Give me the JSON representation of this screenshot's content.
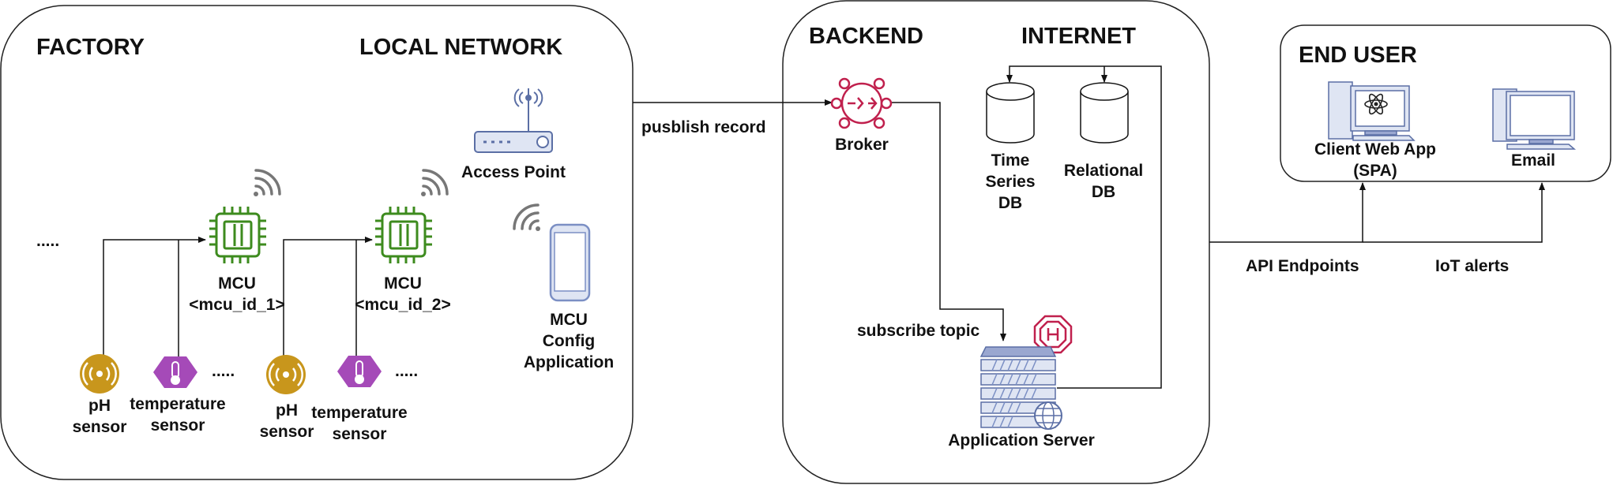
{
  "zones": {
    "factory": "FACTORY",
    "local_network": "LOCAL NETWORK",
    "backend": "BACKEND",
    "internet": "INTERNET",
    "end_user": "END USER"
  },
  "factory": {
    "mcu1_title": "MCU",
    "mcu1_id": "<mcu_id_1>",
    "mcu2_title": "MCU",
    "mcu2_id": "<mcu_id_2>",
    "ellipsis": ".....",
    "ph_sensor_1": [
      "pH",
      "sensor"
    ],
    "temp_sensor_1": [
      "temperature",
      "sensor"
    ],
    "ph_sensor_2": [
      "pH",
      "sensor"
    ],
    "temp_sensor_2": [
      "temperature",
      "sensor"
    ]
  },
  "local": {
    "access_point": "Access Point",
    "config_app": [
      "MCU",
      "Config",
      "Application"
    ]
  },
  "backend": {
    "broker": "Broker",
    "tsdb": [
      "Time",
      "Series",
      "DB"
    ],
    "reldb": [
      "Relational",
      "DB"
    ],
    "app_server": "Application Server"
  },
  "edges": {
    "publish": "pusblish record",
    "subscribe": "subscribe topic",
    "api": "API Endpoints",
    "alerts": "IoT alerts"
  },
  "end_user": {
    "client_app": [
      "Client Web App",
      "(SPA)"
    ],
    "email": "Email"
  },
  "colors": {
    "mcu": "#3d8b1e",
    "sensor_gold": "#c8961c",
    "sensor_purple": "#a54ab8",
    "broker": "#c0204d",
    "device_blue": "#7b8fc4",
    "border": "#222222"
  }
}
